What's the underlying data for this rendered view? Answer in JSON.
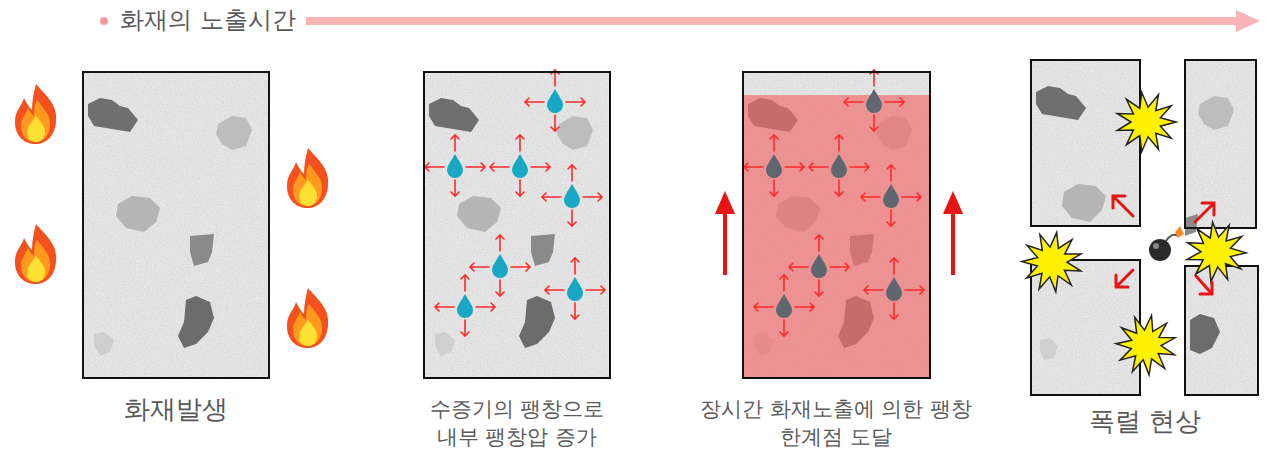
{
  "diagram": {
    "title": "화재의 노출시간",
    "nodes": [
      {
        "text": [
          "화재발생"
        ]
      },
      {
        "text": [
          "수증기의 팽창으로 내부 팽창압 증가"
        ]
      },
      {
        "text": [
          "장시간 화재노출에 의한 팽창 한계점 도달"
        ]
      },
      {
        "text": [
          "폭렬 현상"
        ]
      }
    ]
  }
}
